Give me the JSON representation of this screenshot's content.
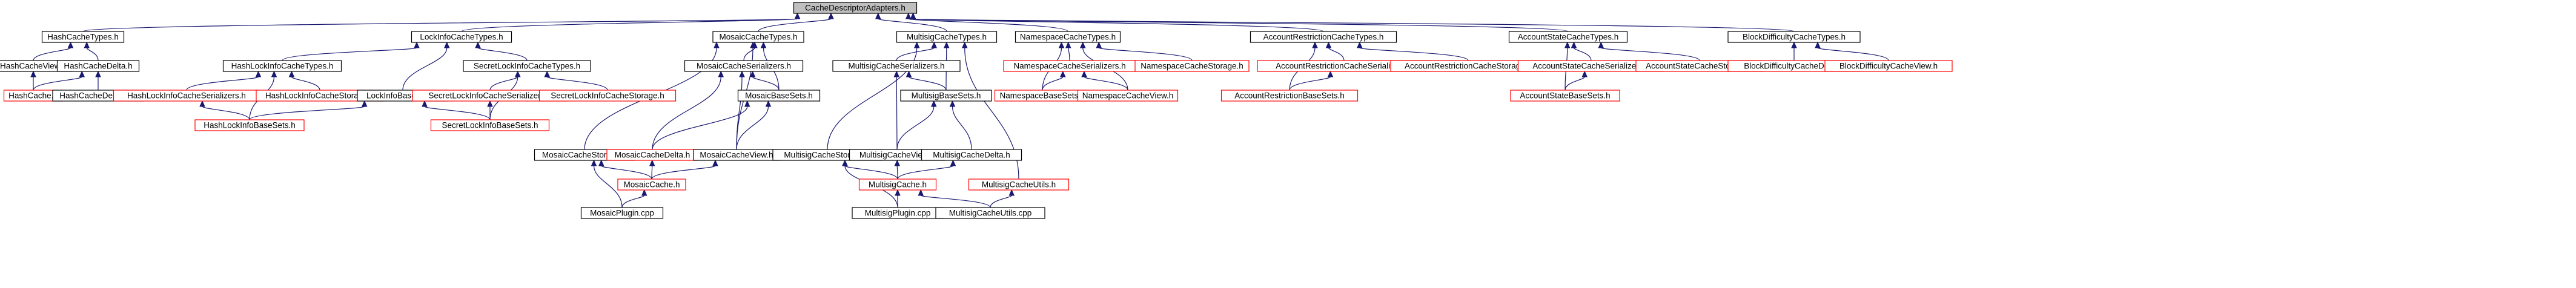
{
  "colors": {
    "edge": "#191970",
    "border_documented": "#000000",
    "border_undocumented": "#ff0000",
    "root_fill": "#bfbfbf",
    "node_fill": "#ffffff"
  },
  "nodes": [
    {
      "id": "root",
      "label": "CacheDescriptorAdapters.h",
      "status": "root"
    },
    {
      "id": "hct",
      "label": "HashCacheTypes.h",
      "status": "documented"
    },
    {
      "id": "hcv",
      "label": "HashCacheView.h",
      "status": "documented"
    },
    {
      "id": "hcd",
      "label": "HashCacheDelta.h",
      "status": "documented"
    },
    {
      "id": "hc",
      "label": "HashCache.h",
      "status": "undocumented"
    },
    {
      "id": "hcdcpp",
      "label": "HashCacheDelta.cpp",
      "status": "documented"
    },
    {
      "id": "lict",
      "label": "LockInfoCacheTypes.h",
      "status": "documented"
    },
    {
      "id": "hlict",
      "label": "HashLockInfoCacheTypes.h",
      "status": "documented"
    },
    {
      "id": "hlics",
      "label": "HashLockInfoCacheSerializers.h",
      "status": "undocumented"
    },
    {
      "id": "hlicst",
      "label": "HashLockInfoCacheStorage.h",
      "status": "undocumented"
    },
    {
      "id": "hlibs",
      "label": "HashLockInfoBaseSets.h",
      "status": "undocumented"
    },
    {
      "id": "libs",
      "label": "LockInfoBaseSets.h",
      "status": "documented"
    },
    {
      "id": "slict",
      "label": "SecretLockInfoCacheTypes.h",
      "status": "documented"
    },
    {
      "id": "slics",
      "label": "SecretLockInfoCacheSerializers.h",
      "status": "undocumented"
    },
    {
      "id": "slicst",
      "label": "SecretLockInfoCacheStorage.h",
      "status": "undocumented"
    },
    {
      "id": "slibs",
      "label": "SecretLockInfoBaseSets.h",
      "status": "undocumented"
    },
    {
      "id": "mct",
      "label": "MosaicCacheTypes.h",
      "status": "documented"
    },
    {
      "id": "mcs",
      "label": "MosaicCacheSerializers.h",
      "status": "documented"
    },
    {
      "id": "mbs",
      "label": "MosaicBaseSets.h",
      "status": "documented"
    },
    {
      "id": "mcst",
      "label": "MosaicCacheStorage.h",
      "status": "documented"
    },
    {
      "id": "mcdelta",
      "label": "MosaicCacheDelta.h",
      "status": "undocumented"
    },
    {
      "id": "mcv",
      "label": "MosaicCacheView.h",
      "status": "documented"
    },
    {
      "id": "mc",
      "label": "MosaicCache.h",
      "status": "undocumented"
    },
    {
      "id": "mpcpp",
      "label": "MosaicPlugin.cpp",
      "status": "documented"
    },
    {
      "id": "msct",
      "label": "MultisigCacheTypes.h",
      "status": "documented"
    },
    {
      "id": "mscs",
      "label": "MultisigCacheSerializers.h",
      "status": "documented"
    },
    {
      "id": "msbs",
      "label": "MultisigBaseSets.h",
      "status": "documented"
    },
    {
      "id": "mscst",
      "label": "MultisigCacheStorage.h",
      "status": "documented"
    },
    {
      "id": "mscv",
      "label": "MultisigCacheView.h",
      "status": "documented"
    },
    {
      "id": "mscdelta",
      "label": "MultisigCacheDelta.h",
      "status": "documented"
    },
    {
      "id": "msc",
      "label": "MultisigCache.h",
      "status": "undocumented"
    },
    {
      "id": "mscu",
      "label": "MultisigCacheUtils.h",
      "status": "undocumented"
    },
    {
      "id": "mspcpp",
      "label": "MultisigPlugin.cpp",
      "status": "documented"
    },
    {
      "id": "mscucpp",
      "label": "MultisigCacheUtils.cpp",
      "status": "documented"
    },
    {
      "id": "nct",
      "label": "NamespaceCacheTypes.h",
      "status": "documented"
    },
    {
      "id": "ncs",
      "label": "NamespaceCacheSerializers.h",
      "status": "undocumented"
    },
    {
      "id": "ncst",
      "label": "NamespaceCacheStorage.h",
      "status": "undocumented"
    },
    {
      "id": "nbs",
      "label": "NamespaceBaseSets.h",
      "status": "undocumented"
    },
    {
      "id": "ncv",
      "label": "NamespaceCacheView.h",
      "status": "undocumented"
    },
    {
      "id": "arct",
      "label": "AccountRestrictionCacheTypes.h",
      "status": "documented"
    },
    {
      "id": "arcs",
      "label": "AccountRestrictionCacheSerializers.h",
      "status": "undocumented"
    },
    {
      "id": "arcst",
      "label": "AccountRestrictionCacheStorage.h",
      "status": "undocumented"
    },
    {
      "id": "arbs",
      "label": "AccountRestrictionBaseSets.h",
      "status": "undocumented"
    },
    {
      "id": "asct",
      "label": "AccountStateCacheTypes.h",
      "status": "documented"
    },
    {
      "id": "ascs",
      "label": "AccountStateCacheSerializers.h",
      "status": "undocumented"
    },
    {
      "id": "ascst",
      "label": "AccountStateCacheStorage.h",
      "status": "undocumented"
    },
    {
      "id": "asbs",
      "label": "AccountStateBaseSets.h",
      "status": "undocumented"
    },
    {
      "id": "bdct",
      "label": "BlockDifficultyCacheTypes.h",
      "status": "documented"
    },
    {
      "id": "bdcd",
      "label": "BlockDifficultyCacheDelta.h",
      "status": "undocumented"
    },
    {
      "id": "bdcv",
      "label": "BlockDifficultyCacheView.h",
      "status": "undocumented"
    }
  ],
  "edges": [
    [
      "root",
      "hct"
    ],
    [
      "root",
      "lict"
    ],
    [
      "root",
      "mct"
    ],
    [
      "root",
      "msct"
    ],
    [
      "root",
      "nct"
    ],
    [
      "root",
      "arct"
    ],
    [
      "root",
      "asct"
    ],
    [
      "root",
      "bdct"
    ],
    [
      "hct",
      "hcv"
    ],
    [
      "hct",
      "hcd"
    ],
    [
      "hcv",
      "hc"
    ],
    [
      "hcd",
      "hc"
    ],
    [
      "hcd",
      "hcdcpp"
    ],
    [
      "lict",
      "hlict"
    ],
    [
      "lict",
      "slict"
    ],
    [
      "lict",
      "libs"
    ],
    [
      "hlict",
      "hlics"
    ],
    [
      "hlict",
      "hlicst"
    ],
    [
      "hlict",
      "hlibs"
    ],
    [
      "hlics",
      "hlibs"
    ],
    [
      "libs",
      "hlibs"
    ],
    [
      "libs",
      "slibs"
    ],
    [
      "slict",
      "slics"
    ],
    [
      "slict",
      "slicst"
    ],
    [
      "slict",
      "slibs"
    ],
    [
      "slics",
      "slibs"
    ],
    [
      "mct",
      "mcs"
    ],
    [
      "mct",
      "mbs"
    ],
    [
      "mct",
      "mcv"
    ],
    [
      "mct",
      "mcst"
    ],
    [
      "mcs",
      "mbs"
    ],
    [
      "mcs",
      "mcdelta"
    ],
    [
      "mcs",
      "mcv"
    ],
    [
      "mbs",
      "mcdelta"
    ],
    [
      "mbs",
      "mcv"
    ],
    [
      "mcst",
      "mc"
    ],
    [
      "mcst",
      "mpcpp"
    ],
    [
      "mcdelta",
      "mc"
    ],
    [
      "mcv",
      "mc"
    ],
    [
      "mc",
      "mpcpp"
    ],
    [
      "msct",
      "mscs"
    ],
    [
      "msct",
      "msbs"
    ],
    [
      "msct",
      "mscst"
    ],
    [
      "msct",
      "mscu"
    ],
    [
      "mscs",
      "msbs"
    ],
    [
      "mscs",
      "mscv"
    ],
    [
      "msbs",
      "mscv"
    ],
    [
      "msbs",
      "mscdelta"
    ],
    [
      "mscst",
      "msc"
    ],
    [
      "mscst",
      "mspcpp"
    ],
    [
      "mscv",
      "msc"
    ],
    [
      "mscdelta",
      "msc"
    ],
    [
      "msc",
      "mspcpp"
    ],
    [
      "msc",
      "mscucpp"
    ],
    [
      "mscu",
      "mscucpp"
    ],
    [
      "nct",
      "ncs"
    ],
    [
      "nct",
      "ncst"
    ],
    [
      "nct",
      "nbs"
    ],
    [
      "nct",
      "ncv"
    ],
    [
      "ncs",
      "nbs"
    ],
    [
      "ncs",
      "ncv"
    ],
    [
      "arct",
      "arcs"
    ],
    [
      "arct",
      "arcst"
    ],
    [
      "arct",
      "arbs"
    ],
    [
      "arcs",
      "arbs"
    ],
    [
      "asct",
      "ascs"
    ],
    [
      "asct",
      "ascst"
    ],
    [
      "asct",
      "asbs"
    ],
    [
      "ascs",
      "asbs"
    ],
    [
      "bdct",
      "bdcd"
    ],
    [
      "bdct",
      "bdcv"
    ]
  ]
}
